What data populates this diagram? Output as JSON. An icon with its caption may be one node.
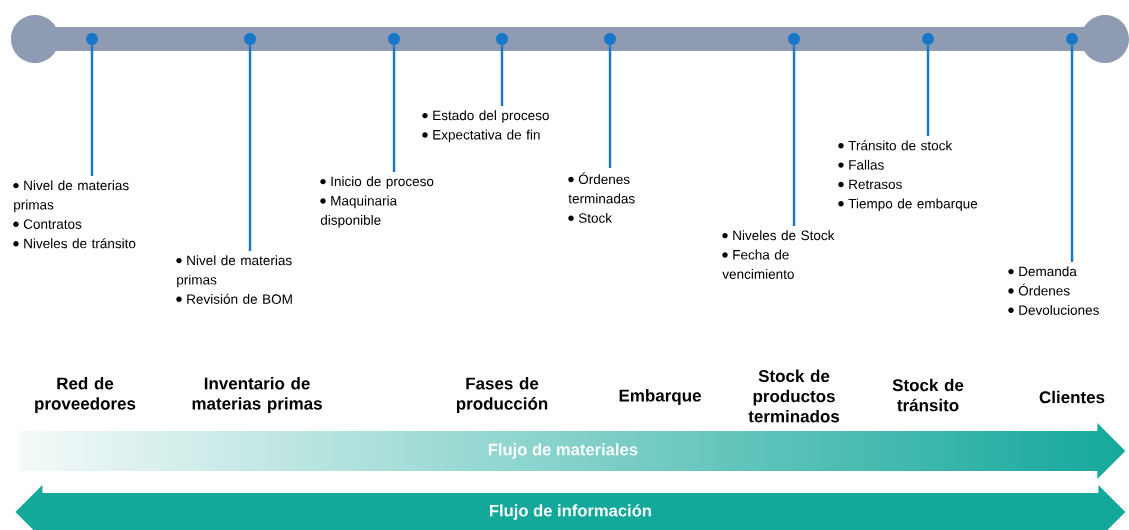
{
  "diagram": {
    "nodes": [
      {
        "text": [],
        "shape": "circle"
      },
      {
        "text": [],
        "shape": "circle"
      },
      {
        "text": [],
        "shape": "circle"
      },
      {
        "text": [],
        "shape": "circle"
      },
      {
        "text": [],
        "shape": "circle"
      },
      {
        "text": [],
        "shape": "circle"
      },
      {
        "text": [],
        "shape": "circle"
      },
      {
        "text": [],
        "shape": "circle"
      },
      {
        "text": [
          "Nivel de materias primas",
          "Contratos",
          "Niveles de tránsito"
        ]
      },
      {
        "text": [
          "Nivel de materias primas",
          "Revisión de BOM"
        ]
      },
      {
        "text": [
          "Inicio de proceso",
          "Maquinaria disponible"
        ]
      },
      {
        "text": [
          "Estado del proceso",
          "Expectativa de fin"
        ]
      },
      {
        "text": [
          "Órdenes terminadas",
          "Stock"
        ]
      },
      {
        "text": [
          "Niveles de Stock",
          "Fecha de vencimiento"
        ]
      },
      {
        "text": [
          "Tránsito de stock",
          "Fallas",
          "Retrasos",
          "Tiempo de embarque"
        ]
      },
      {
        "text": [
          "Demanda",
          "Órdenes",
          "Devoluciones"
        ]
      },
      {
        "text": [
          "Flujo de materiales"
        ]
      },
      {
        "text": [
          "Flujo de información"
        ]
      }
    ],
    "edges": [
      {
        "from": 0,
        "to": 8,
        "arrow": "none"
      },
      {
        "from": 1,
        "to": 9,
        "arrow": "none"
      },
      {
        "from": 2,
        "to": 10,
        "arrow": "none"
      },
      {
        "from": 3,
        "to": 11,
        "arrow": "none"
      },
      {
        "from": 4,
        "to": 12,
        "arrow": "none"
      },
      {
        "from": 5,
        "to": 13,
        "arrow": "none"
      },
      {
        "from": 6,
        "to": 14,
        "arrow": "none"
      },
      {
        "from": 7,
        "to": 15,
        "arrow": "none"
      }
    ],
    "labels": [
      "Red de proveedores",
      "Inventario de materias primas",
      "Fases de producción",
      "Embarque",
      "Stock de productos terminados",
      "Stock de tránsito",
      "Clientes"
    ]
  }
}
